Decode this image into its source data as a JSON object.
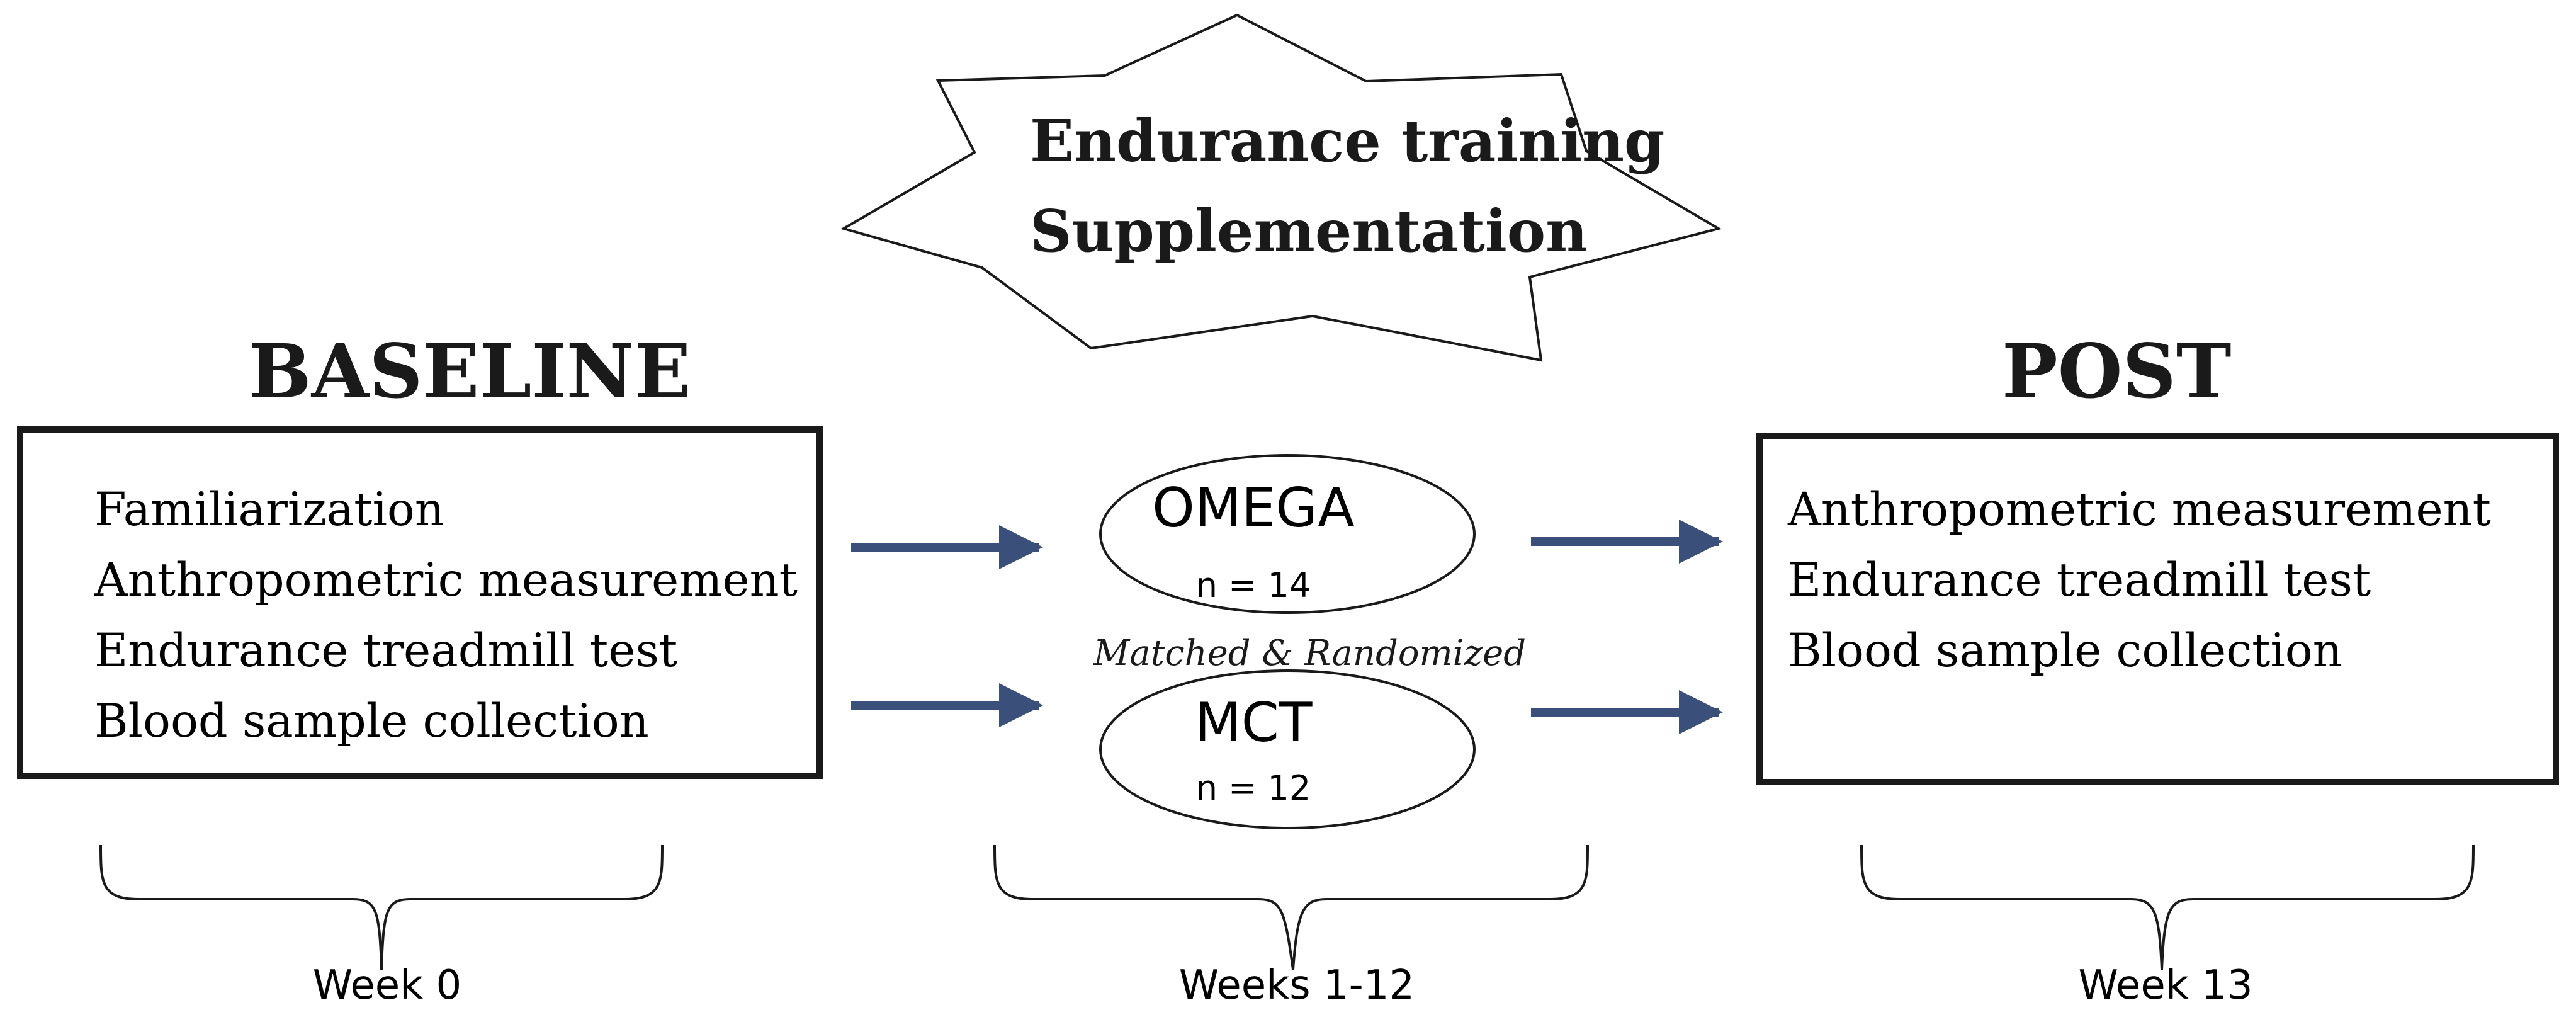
{
  "star": {
    "line1": "Endurance training",
    "line2": "Supplementation"
  },
  "baseline": {
    "title": "BASELINE",
    "items": [
      "Familiarization",
      "Anthropometric measurement",
      "Endurance treadmill test",
      "Blood sample collection"
    ]
  },
  "post": {
    "title": "POST",
    "items": [
      "Anthropometric measurement",
      "Endurance treadmill test",
      "Blood sample collection"
    ]
  },
  "groups": [
    {
      "name": "OMEGA",
      "n": "n = 14"
    },
    {
      "name": "MCT",
      "n": "n = 12"
    }
  ],
  "middle_label": "Matched & Randomized",
  "timeline": [
    "Week 0",
    "Weeks 1-12",
    "Week 13"
  ],
  "colors": {
    "arrow": "#3a4f7a",
    "stroke": "#1a1a1a"
  }
}
